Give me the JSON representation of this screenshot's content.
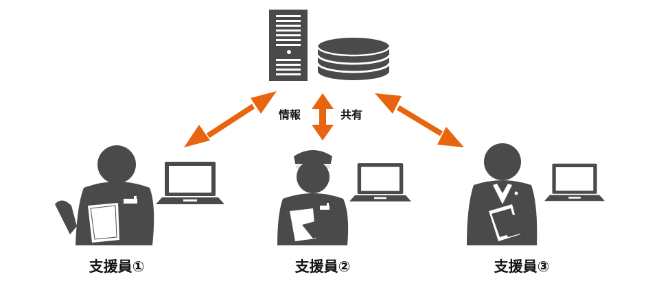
{
  "labels": {
    "share_left": "情報",
    "share_right": "共有",
    "staff_1": "支援員①",
    "staff_2": "支援員②",
    "staff_3": "支援員③"
  },
  "icons": {
    "server": "server-tower-icon",
    "database": "database-icon",
    "laptop": "laptop-icon",
    "person": "person-icon"
  },
  "colors": {
    "arrow": "#E8640E",
    "icon": "#4A4A4A",
    "text": "#111111"
  }
}
